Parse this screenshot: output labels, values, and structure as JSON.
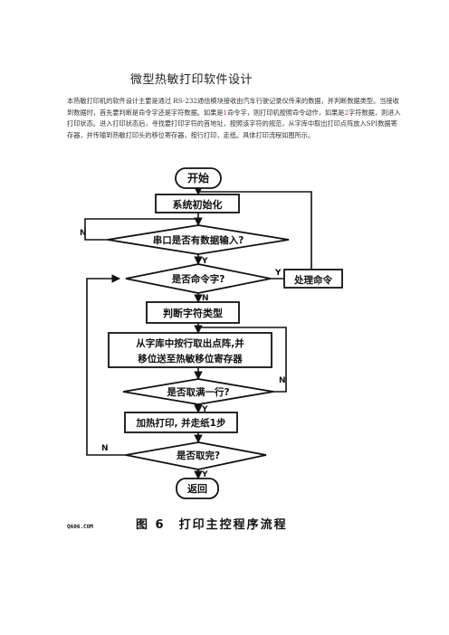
{
  "document": {
    "title": "微型热敏打印软件设计",
    "paragraph": {
      "seg1": "本热敏打印机的软件设计主要是通过 RS-232通信模块接收由汽车行驶记录仪传来的数据，并判断数据类型。当接收到数据时，首先要判断是命令字还是字符数据。如果是",
      "red1": "1",
      "seg2": "命令字，则打印机按照命令动作，如果是",
      "red2": "2",
      "seg3": "字符数据，则进入打印状态。进入打印状态后，寻找要打印字符的首地址，按照该字符的规范，从字库中取出打印点阵放入SPI数据寄存器，并传输到热敏打印头的移位寄存器，按行打印，走纸。具体打印流程如图所示。"
    },
    "watermark": "Q606.COM",
    "caption": "图 6　打印主控程序流程"
  },
  "flowchart": {
    "start": "开始",
    "init": "系统初始化",
    "check_serial": "串口是否有数据输入?",
    "check_command": "是否命令字?",
    "handle_command": "处理命令",
    "judge_type": "判断字符类型",
    "fetch_line1": "从字库中按行取出点阵,并",
    "fetch_line2": "移位送至热敏移位寄存器",
    "check_line": "是否取满一行?",
    "print_feed": "加热打印, 并走纸1步",
    "check_done": "是否取完?",
    "return": "返回",
    "label_y": "Y",
    "label_n": "N"
  }
}
